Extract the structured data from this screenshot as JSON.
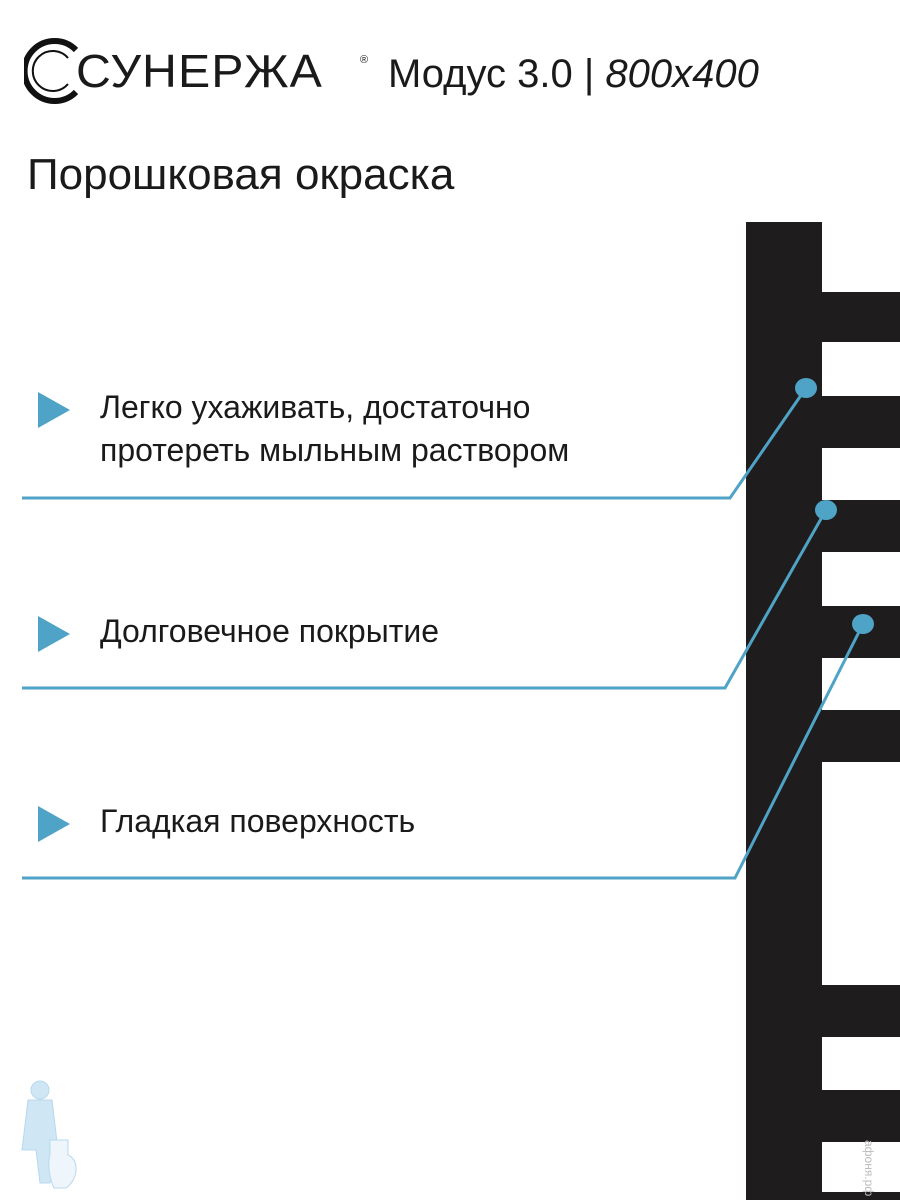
{
  "brand": {
    "logo_text": "СУНЕРЖА",
    "registered_mark": "®"
  },
  "header": {
    "model": "Модус 3.0 |",
    "size": "800x400"
  },
  "section_title": "Порошковая окраска",
  "features": [
    {
      "line1": "Легко ухаживать, достаточно",
      "line2": "протереть мыльным раствором"
    },
    {
      "line1": "Долговечное покрытие"
    },
    {
      "line1": "Гладкая поверхность"
    }
  ],
  "watermark": "афоня.рф",
  "colors": {
    "accent": "#4fa3c6",
    "radiator": "#1e1c1c",
    "text": "#1a1a1a"
  }
}
